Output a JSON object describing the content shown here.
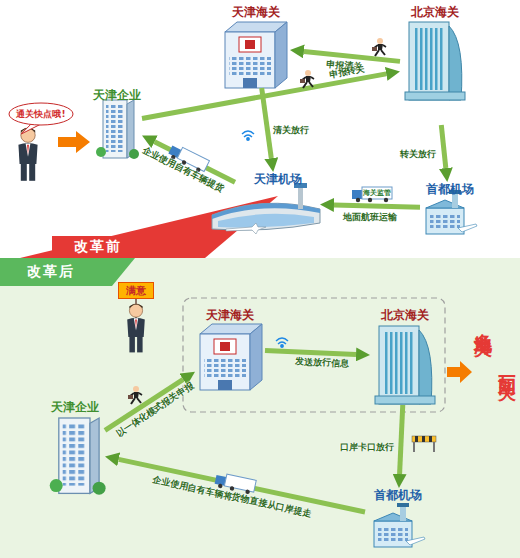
{
  "diagram": {
    "nodes": [
      {
        "text": [
          "通关快点哦!"
        ]
      },
      {
        "text": [
          "天津海关"
        ]
      },
      {
        "text": [
          "北京海关"
        ]
      },
      {
        "text": [
          "天津企业"
        ]
      },
      {
        "text": [
          "天津机场"
        ]
      },
      {
        "text": [
          "首都机场"
        ]
      },
      {
        "text": [
          "改革前"
        ]
      },
      {
        "text": [
          "改革后"
        ]
      },
      {
        "text": [
          "满意"
        ]
      },
      {
        "text": [
          "天津海关"
        ]
      },
      {
        "text": [
          "北京海关"
        ]
      },
      {
        "text": [
          "天津企业"
        ]
      },
      {
        "text": [
          "首都机场"
        ]
      }
    ],
    "edges": [
      {
        "from": 2,
        "to": 1,
        "label": "申报清关",
        "arrow": "to"
      },
      {
        "from": 3,
        "to": 2,
        "label": "申报转关",
        "arrow": "to"
      },
      {
        "from": 1,
        "to": 4,
        "label": "清关放行",
        "arrow": "to"
      },
      {
        "from": 2,
        "to": 5,
        "label": "转关放行",
        "arrow": "to"
      },
      {
        "from": 5,
        "to": 4,
        "label": "地面航班运输",
        "arrow": "to"
      },
      {
        "from": 4,
        "to": 3,
        "label": "企业使用自有车辆提货",
        "arrow": "to"
      },
      {
        "from": 11,
        "to": 9,
        "label": "以一体化模式报关申报",
        "arrow": "to"
      },
      {
        "from": 9,
        "to": 10,
        "label": "发送放行信息",
        "arrow": "to"
      },
      {
        "from": 10,
        "to": 12,
        "label": "口岸卡口放行",
        "arrow": "to"
      },
      {
        "from": 12,
        "to": 11,
        "label": "企业使用自有车辆将货物直接从口岸提走",
        "arrow": "to"
      }
    ],
    "labels": [
      "海关监管",
      "多地海关",
      "如同一关"
    ]
  }
}
